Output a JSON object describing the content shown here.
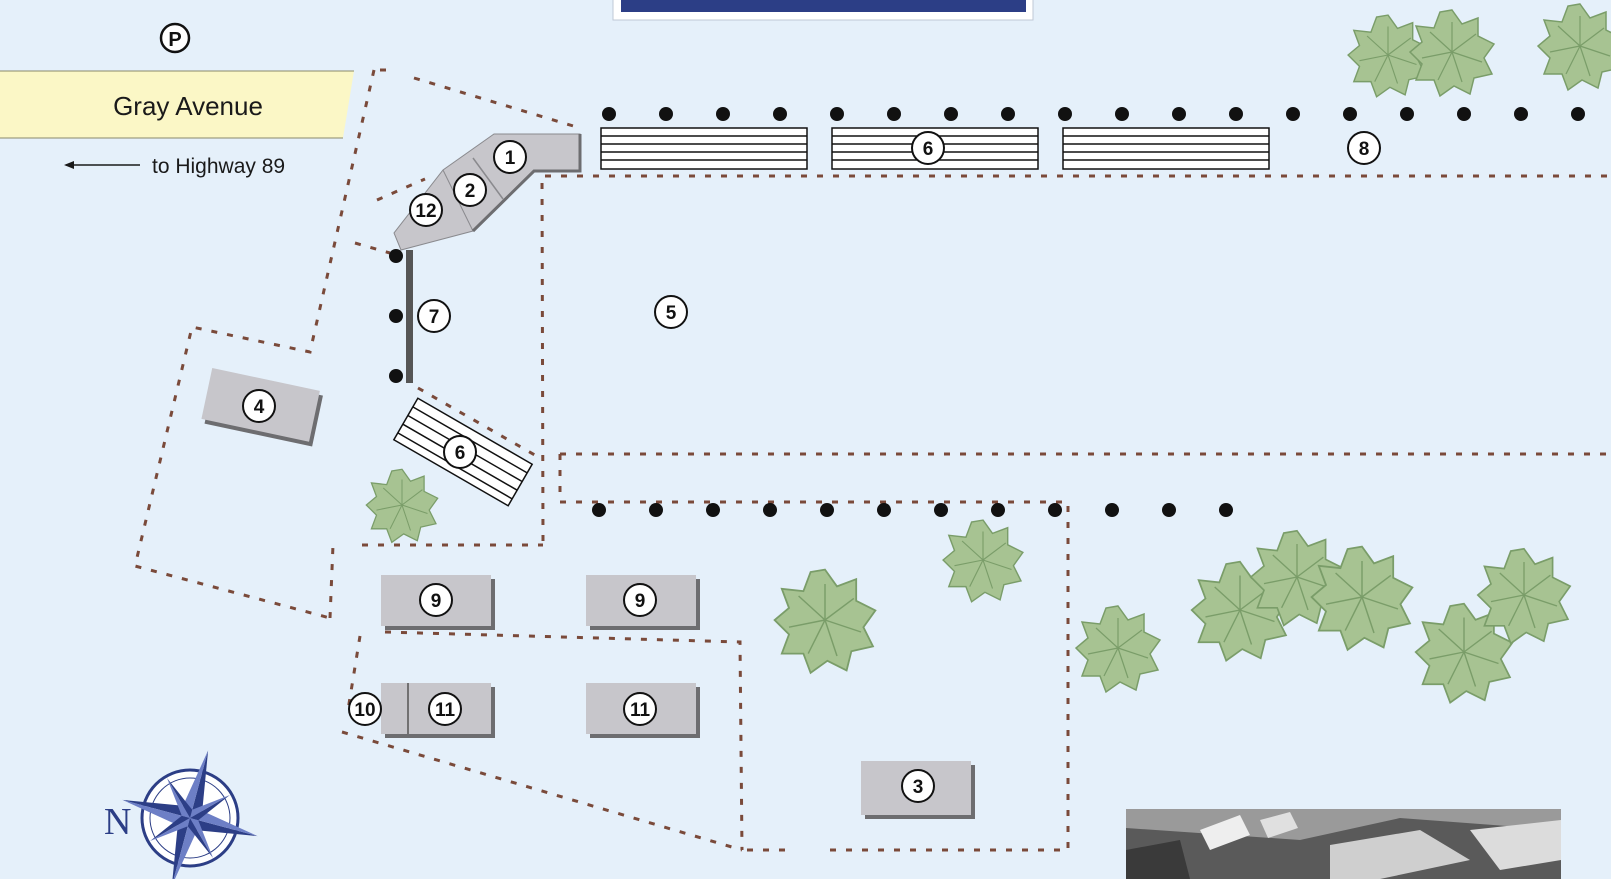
{
  "colors": {
    "background": "#e5f0fa",
    "fence": "#7a4a3a",
    "building_fill": "#c7c6cb",
    "building_shadow": "#6d6d70",
    "street_band": "#fbf7c6",
    "tree": "#a7c392",
    "tree_stroke": "#7a9d69",
    "compass": "#2c3e86",
    "header_bar": "#2c3e86"
  },
  "street": {
    "name": "Gray Avenue",
    "direction": "to Highway 89"
  },
  "parking_symbol": "P",
  "compass": {
    "north_label": "N"
  },
  "markers": [
    {
      "label": "1"
    },
    {
      "label": "2"
    },
    {
      "label": "12"
    },
    {
      "label": "4"
    },
    {
      "label": "6"
    },
    {
      "label": "6"
    },
    {
      "label": "7"
    },
    {
      "label": "5"
    },
    {
      "label": "8"
    },
    {
      "label": "9"
    },
    {
      "label": "9"
    },
    {
      "label": "10"
    },
    {
      "label": "11"
    },
    {
      "label": "11"
    },
    {
      "label": "3"
    }
  ],
  "icons": {
    "parking": "parking-icon",
    "compass": "compass-rose-icon",
    "tree": "tree-icon",
    "arrow": "arrow-left-icon",
    "photo": "aerial-photo-thumbnail"
  }
}
